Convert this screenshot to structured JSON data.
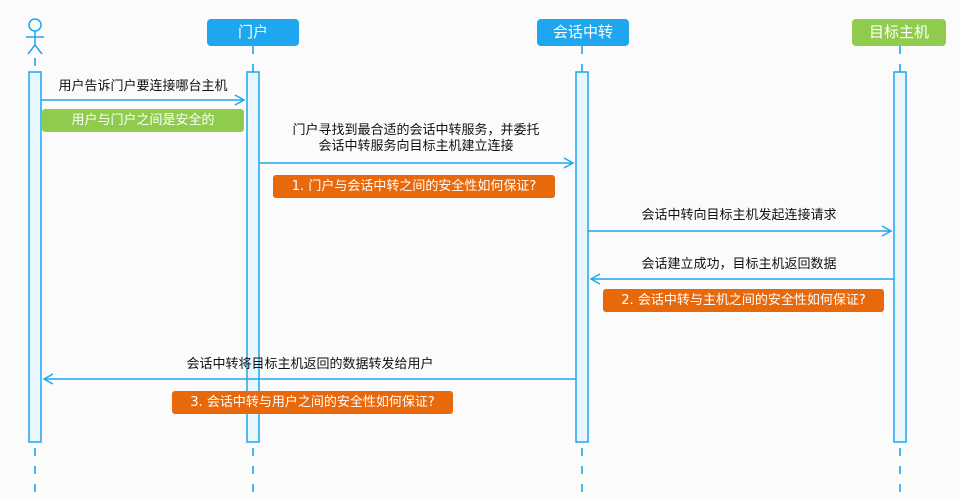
{
  "colors": {
    "blue": "#1ea6ee",
    "green": "#8fcc4e",
    "orange": "#e8680c",
    "activation_fill": "#e9f6fd",
    "line": "#1ea6ee"
  },
  "participants": {
    "user": {
      "icon": "stick-figure-icon"
    },
    "portal": {
      "label": "门户"
    },
    "relay": {
      "label": "会话中转"
    },
    "target": {
      "label": "目标主机"
    }
  },
  "messages": {
    "m1": "用户告诉门户要连接哪台主机",
    "m2_line1": "门户寻找到最合适的会话中转服务，并委托",
    "m2_line2": "会话中转服务向目标主机建立连接",
    "m3": "会话中转向目标主机发起连接请求",
    "m4": "会话建立成功，目标主机返回数据",
    "m5": "会话中转将目标主机返回的数据转发给用户"
  },
  "notes": {
    "n0": "用户与门户之间是安全的",
    "n1": "1. 门户与会话中转之间的安全性如何保证?",
    "n2": "2. 会话中转与主机之间的安全性如何保证?",
    "n3": "3. 会话中转与用户之间的安全性如何保证?"
  }
}
